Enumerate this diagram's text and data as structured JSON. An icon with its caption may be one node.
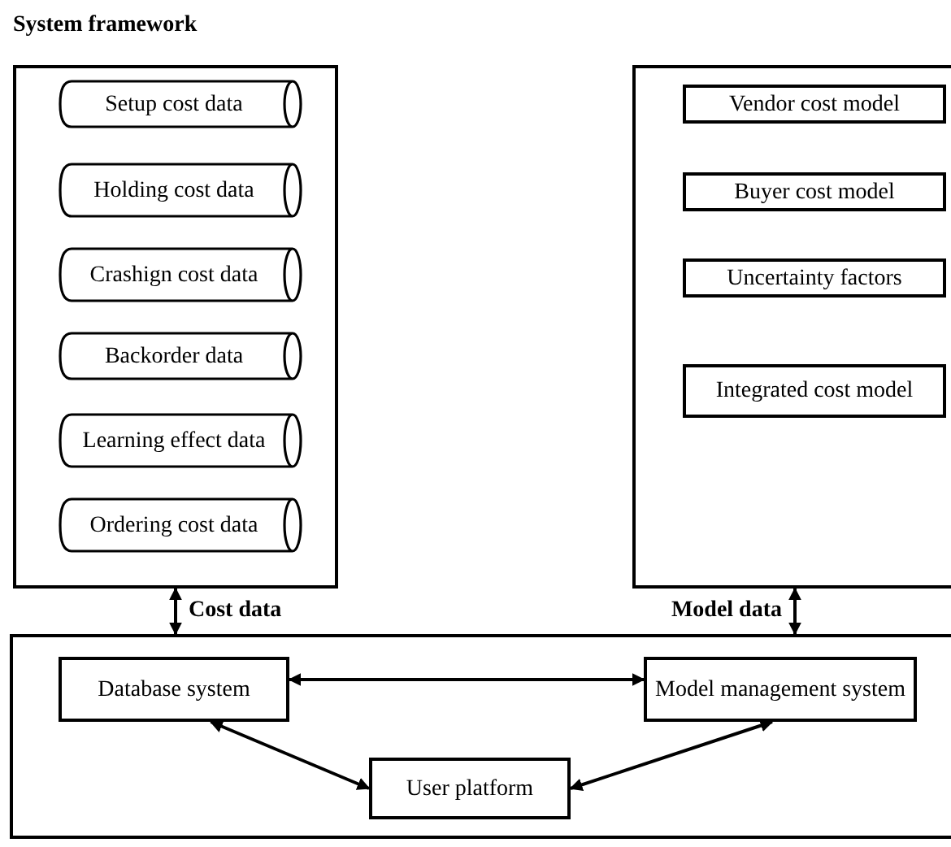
{
  "diagram": {
    "title": "System framework",
    "nodes": [
      {
        "text": [],
        "shape": "box"
      },
      {
        "text": [
          "Setup cost data"
        ],
        "in": 0
      },
      {
        "text": [
          "Holding cost data"
        ],
        "in": 0
      },
      {
        "text": [
          "Crashign cost data"
        ],
        "in": 0
      },
      {
        "text": [
          "Backorder data"
        ],
        "in": 0
      },
      {
        "text": [
          "Learning effect data"
        ],
        "in": 0
      },
      {
        "text": [
          "Ordering cost data"
        ],
        "in": 0
      },
      {
        "text": [],
        "shape": "box"
      },
      {
        "text": [
          "Vendor cost model"
        ],
        "in": 7
      },
      {
        "text": [
          "Buyer cost model"
        ],
        "in": 7
      },
      {
        "text": [
          "Uncertainty factors"
        ],
        "in": 7
      },
      {
        "text": [
          "Integrated cost model"
        ],
        "in": 7
      },
      {
        "text": [],
        "shape": "box"
      },
      {
        "text": [
          "Database system"
        ],
        "in": 12
      },
      {
        "text": [
          "Model management system"
        ],
        "in": 12
      },
      {
        "text": [
          "User platform"
        ],
        "in": 12
      }
    ],
    "edges": [
      {
        "from": 0,
        "to": 12,
        "arrow": "both",
        "label": "Cost data"
      },
      {
        "from": 7,
        "to": 12,
        "arrow": "both",
        "label": "Model data"
      },
      {
        "from": 13,
        "to": 14,
        "arrow": "both"
      },
      {
        "from": 13,
        "to": 15,
        "arrow": "both"
      },
      {
        "from": 14,
        "to": 15,
        "arrow": "both"
      }
    ]
  }
}
